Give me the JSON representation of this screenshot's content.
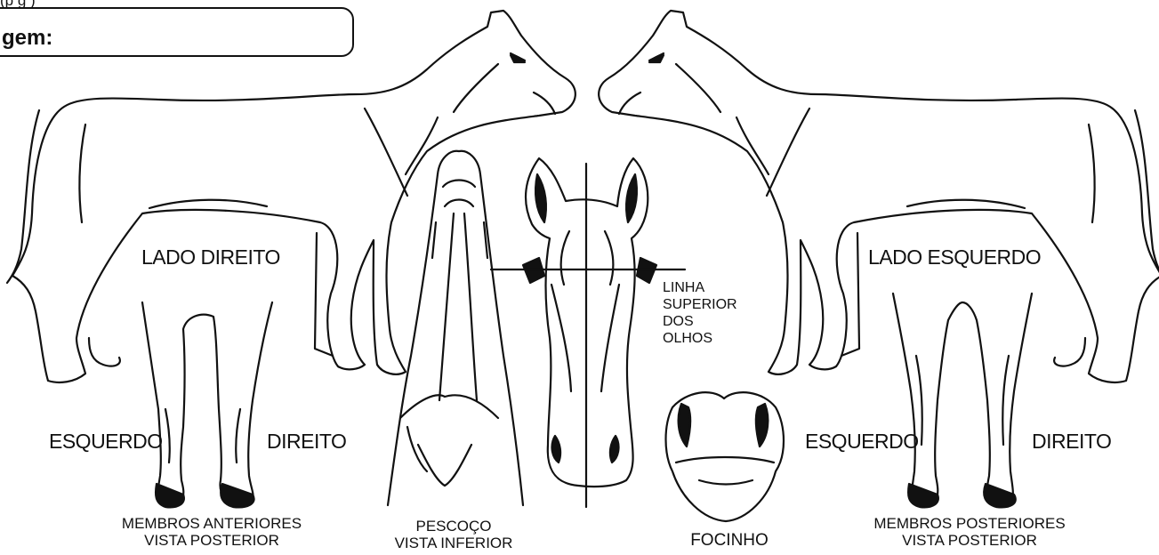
{
  "header": {
    "top_fragment": "(p                                   g    )",
    "field_label": "gem:"
  },
  "labels": {
    "lado_direito": "LADO DIREITO",
    "lado_esquerdo": "LADO ESQUERDO",
    "front_esquerdo": "ESQUERDO",
    "front_direito": "DIREITO",
    "rear_esquerdo": "ESQUERDO",
    "rear_direito": "DIREITO",
    "eye_line": [
      "LINHA",
      "SUPERIOR",
      "DOS",
      "OLHOS"
    ]
  },
  "captions": {
    "front_limbs": [
      "MEMBROS ANTERIORES",
      "VISTA POSTERIOR"
    ],
    "neck": [
      "PESCOÇO",
      "VISTA INFERIOR"
    ],
    "muzzle": "FOCINHO",
    "hind_limbs": [
      "MEMBROS POSTERIORES",
      "VISTA POSTERIOR"
    ]
  }
}
